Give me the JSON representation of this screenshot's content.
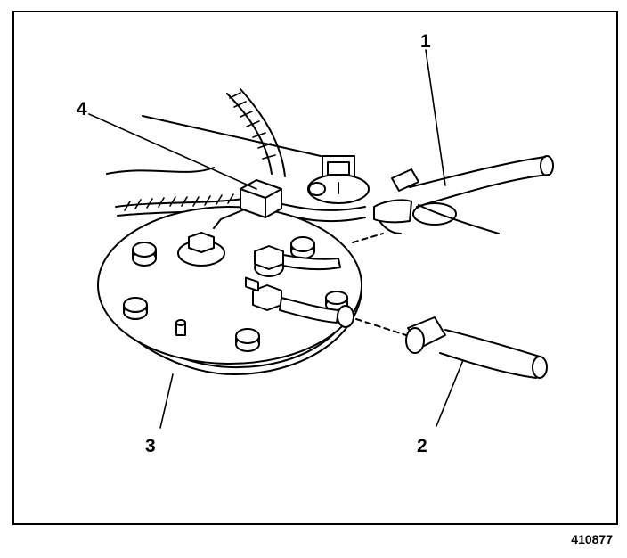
{
  "callouts": {
    "c1": "1",
    "c2": "2",
    "c3": "3",
    "c4": "4"
  },
  "figure_number": "410877",
  "colors": {
    "ink": "#000000",
    "paper": "#ffffff",
    "shade": "#b8b8b8"
  }
}
